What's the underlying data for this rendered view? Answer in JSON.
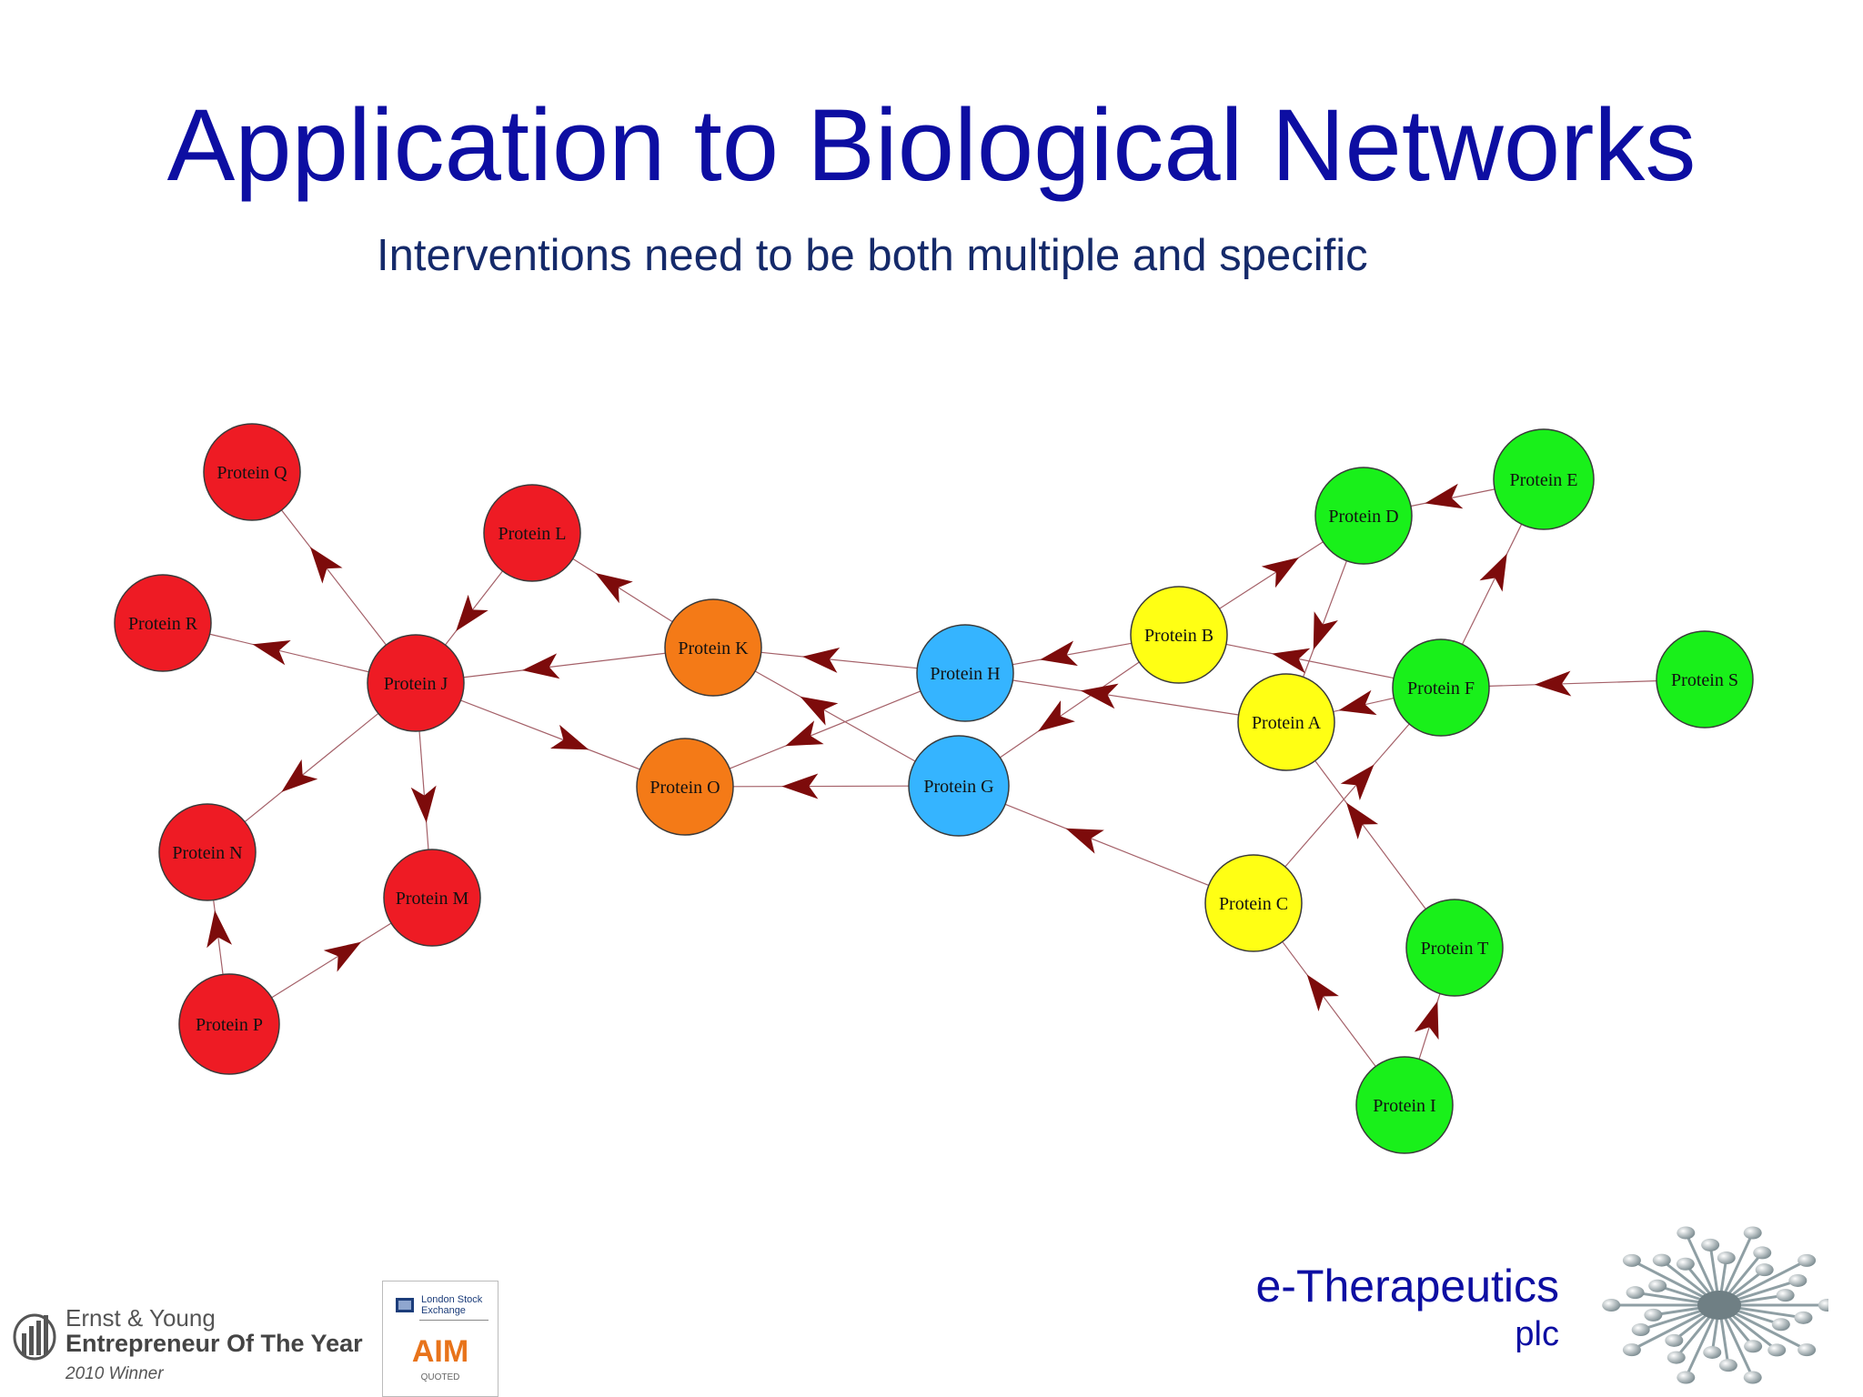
{
  "slide": {
    "title": "Application to Biological Networks",
    "subtitle": "Interventions need to be both multiple and specific"
  },
  "network": {
    "colors": {
      "red": "#ee1b24",
      "orange": "#f47a17",
      "blue": "#35b4ff",
      "yellow": "#ffff14",
      "green": "#19f01a",
      "edge": "#a46068",
      "arrow": "#7d0b0b"
    },
    "nodes": [
      {
        "id": "Q",
        "label": "Protein Q",
        "color": "red"
      },
      {
        "id": "L",
        "label": "Protein L",
        "color": "red"
      },
      {
        "id": "R",
        "label": "Protein R",
        "color": "red"
      },
      {
        "id": "J",
        "label": "Protein J",
        "color": "red"
      },
      {
        "id": "N",
        "label": "Protein N",
        "color": "red"
      },
      {
        "id": "M",
        "label": "Protein M",
        "color": "red"
      },
      {
        "id": "P",
        "label": "Protein P",
        "color": "red"
      },
      {
        "id": "K",
        "label": "Protein K",
        "color": "orange"
      },
      {
        "id": "O",
        "label": "Protein O",
        "color": "orange"
      },
      {
        "id": "H",
        "label": "Protein H",
        "color": "blue"
      },
      {
        "id": "G",
        "label": "Protein G",
        "color": "blue"
      },
      {
        "id": "B",
        "label": "Protein B",
        "color": "yellow"
      },
      {
        "id": "A",
        "label": "Protein A",
        "color": "yellow"
      },
      {
        "id": "C",
        "label": "Protein C",
        "color": "yellow"
      },
      {
        "id": "D",
        "label": "Protein D",
        "color": "green"
      },
      {
        "id": "E",
        "label": "Protein E",
        "color": "green"
      },
      {
        "id": "F",
        "label": "Protein F",
        "color": "green"
      },
      {
        "id": "S",
        "label": "Protein S",
        "color": "green"
      },
      {
        "id": "T",
        "label": "Protein T",
        "color": "green"
      },
      {
        "id": "I",
        "label": "Protein I",
        "color": "green"
      }
    ],
    "edges": [
      {
        "from": "J",
        "to": "Q"
      },
      {
        "from": "J",
        "to": "R"
      },
      {
        "from": "L",
        "to": "J"
      },
      {
        "from": "J",
        "to": "N"
      },
      {
        "from": "J",
        "to": "M"
      },
      {
        "from": "J",
        "to": "O"
      },
      {
        "from": "P",
        "to": "N"
      },
      {
        "from": "P",
        "to": "M"
      },
      {
        "from": "K",
        "to": "L"
      },
      {
        "from": "K",
        "to": "J"
      },
      {
        "from": "H",
        "to": "K"
      },
      {
        "from": "G",
        "to": "K"
      },
      {
        "from": "H",
        "to": "O"
      },
      {
        "from": "G",
        "to": "O"
      },
      {
        "from": "B",
        "to": "H"
      },
      {
        "from": "A",
        "to": "H"
      },
      {
        "from": "B",
        "to": "G"
      },
      {
        "from": "C",
        "to": "G"
      },
      {
        "from": "B",
        "to": "D"
      },
      {
        "from": "F",
        "to": "B"
      },
      {
        "from": "D",
        "to": "A"
      },
      {
        "from": "F",
        "to": "A"
      },
      {
        "from": "E",
        "to": "D"
      },
      {
        "from": "F",
        "to": "E"
      },
      {
        "from": "S",
        "to": "F"
      },
      {
        "from": "C",
        "to": "F"
      },
      {
        "from": "T",
        "to": "A"
      },
      {
        "from": "I",
        "to": "C"
      },
      {
        "from": "I",
        "to": "T"
      }
    ]
  },
  "footer": {
    "brand_name": "e-Therapeutics",
    "brand_suffix": "plc",
    "award_line1": "Ernst & Young",
    "award_line2": "Entrepreneur Of The Year",
    "award_line3": "2010 Winner",
    "exchange_name": "London Stock Exchange",
    "market": "AIM",
    "market_status": "QUOTED"
  }
}
